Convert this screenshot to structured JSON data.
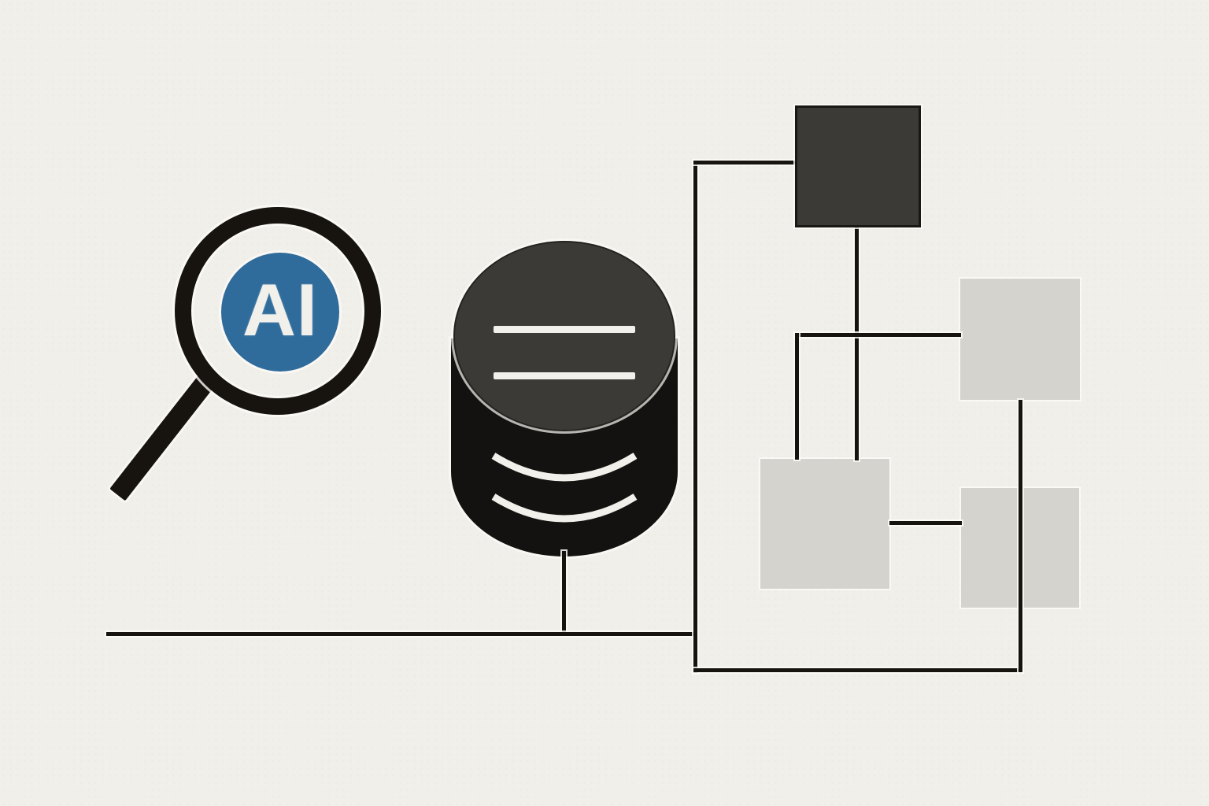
{
  "illustration": {
    "magnifier": {
      "label": "AI"
    },
    "colors": {
      "paper": "#f1efe9",
      "ink": "#17140f",
      "dark_fill": "#3b3a37",
      "light_fill": "#d4d3ce",
      "lens_blue": "#2f6b9b",
      "paper_white": "#f2f0eb"
    },
    "diagram": {
      "nodes": [
        {
          "id": "magnifier-ai",
          "type": "magnifying-glass",
          "tone": "blue"
        },
        {
          "id": "database",
          "type": "database-cylinder",
          "tone": "dark"
        },
        {
          "id": "dark-square",
          "type": "square",
          "tone": "dark"
        },
        {
          "id": "top-right-square",
          "type": "square",
          "tone": "light"
        },
        {
          "id": "middle-square",
          "type": "square",
          "tone": "light"
        },
        {
          "id": "bottom-right-square",
          "type": "square",
          "tone": "light"
        }
      ],
      "edges": [
        {
          "from": "database",
          "to": "baseline"
        },
        {
          "from": "baseline",
          "to": "flowchart-frame"
        },
        {
          "from": "dark-square",
          "to": "middle-square"
        },
        {
          "from": "cross-branch",
          "to": "top-right-square"
        },
        {
          "from": "middle-square",
          "to": "bottom-right-square"
        },
        {
          "from": "top-right-square",
          "to": "bottomom-line"
        }
      ]
    }
  }
}
